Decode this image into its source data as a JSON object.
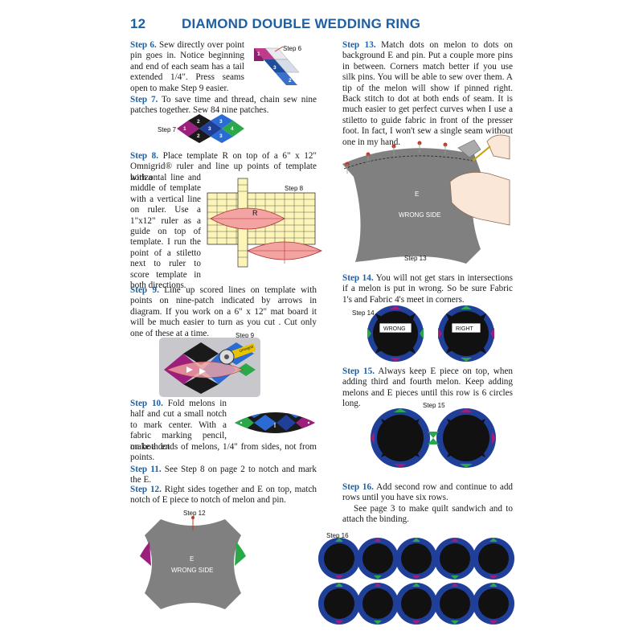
{
  "header": {
    "page_number": "12",
    "title": "DIAMOND DOUBLE WEDDING RING"
  },
  "left": {
    "step6": {
      "label": "Step 6.",
      "text": "Sew directly over point pin goes in. Notice beginning and end of each seam has a tail extended 1/4\". Press seams open to make Step 9 easier."
    },
    "step7": {
      "label": "Step 7.",
      "text": "To save time and thread, chain sew nine patches together. Sew 84 nine patches."
    },
    "step8": {
      "label": "Step 8.",
      "text_a": "Place template R on top of a 6\" x 12\" Omnigrid® ruler and line up points of template with a",
      "text_b": "horizontal line and middle of template with a vertical line on ruler. Use a 1\"x12\" ruler as a guide on top of template. I run the point of a stiletto next to ruler to score template in both directions."
    },
    "step9": {
      "label": "Step 9.",
      "text": "Line up scored lines on template with points on nine-patch indicated by arrows in diagram. If you work on a 6\" x 12\" mat board it will be much easier to turn as you cut . Cut only one of these at a time."
    },
    "step10": {
      "label": "Step 10.",
      "text_a": "Fold melons in half and cut a small notch to mark center. With a fabric marking pencil, make a dot",
      "text_b": "on both ends of melons, 1/4\" from sides, not from points."
    },
    "step11": {
      "label": "Step 11.",
      "text": "See Step 8 on page 2 to notch and mark the E."
    },
    "step12": {
      "label": "Step 12.",
      "text": "Right sides together and E on top, match notch of E piece to notch of melon and pin."
    }
  },
  "right": {
    "step13": {
      "label": "Step 13.",
      "text": "Match dots on melon to dots on background E and pin. Put a couple more pins in between. Corners match better if you use silk pins. You will be able to sew over them. A tip of the melon will show if pinned right. Back stitch to dot at both ends of seam. It is much easier to get perfect curves when I use a stiletto to guide fabric in front of the presser foot. In fact, I won't sew a single seam without one in my hand."
    },
    "step14": {
      "label": "Step 14.",
      "text": "You will not get stars in intersections if a melon is put in wrong. So be sure Fabric 1's and Fabric 4's meet in corners."
    },
    "step15": {
      "label": "Step 15.",
      "text": "Always keep E piece on top, when adding third and fourth melon. Keep adding melons and E pieces until this row is 6 circles long."
    },
    "step16": {
      "label": "Step 16.",
      "text": "Add second row and continue to add rows until you have six rows.",
      "text2": "See page 3 to make quilt sandwich and to attach the binding."
    }
  },
  "figures": {
    "step6": "Step 6",
    "step7": "Step 7",
    "step8": "Step 8",
    "step9": "Step 9",
    "step12": "Step 12",
    "step13": "Step 13",
    "step14": "Step 14",
    "step15": "Step 15",
    "step16": "Step 16",
    "template_r": "R",
    "e_label": "E",
    "wrong_side": "WRONG SIDE",
    "wrong_badge": "WRONG",
    "right_badge": "RIGHT",
    "cutter_brand": "Omnigrid"
  },
  "colors": {
    "heading_blue": "#1f5fa3",
    "gray_fabric": "#7d7d7d",
    "black_fabric": "#111111",
    "pink_template": "#f4a3a3"
  }
}
